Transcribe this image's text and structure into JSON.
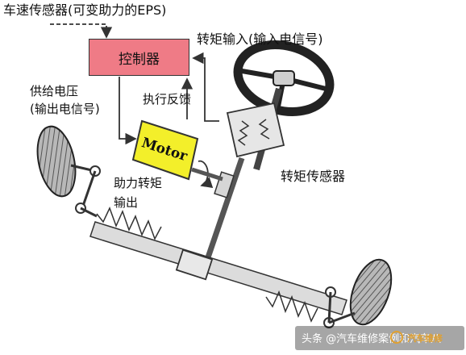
{
  "labels": {
    "vehicle_speed_sensor": "车速传感器(可变助力的EPS)",
    "torque_input": "转矩输入(输入电信号)",
    "controller": "控制器",
    "supply_voltage_line1": "供给电压",
    "supply_voltage_line2": "(输出电信号)",
    "feedback": "执行反馈",
    "motor": "Motor",
    "assist_torque_line1": "助力转矩",
    "assist_torque_line2": "输出",
    "torque_sensor": "转矩传感器"
  },
  "watermark": {
    "text": "头条 @汽车维修案例和汽车八",
    "logo": "汽车维修"
  },
  "colors": {
    "controller_fill": "#ef7b86",
    "motor_fill": "#f3ef2a",
    "line": "#333333"
  }
}
